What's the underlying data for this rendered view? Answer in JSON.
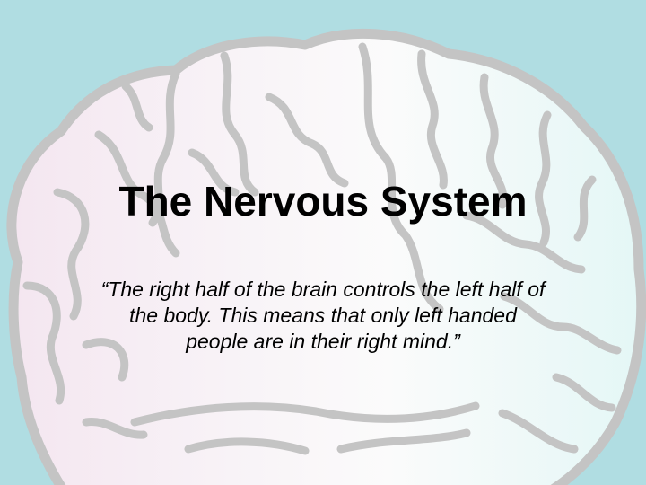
{
  "slide": {
    "title": "The Nervous System",
    "quote": "“The right half of the brain controls the left half of the body. This means that only left handed people are in their right mind.”"
  },
  "illustration": {
    "icon": "brain-illustration",
    "colors": {
      "background": "#b0dde2",
      "outline": "#c4c4c4",
      "front_lobe": "#f6e8f1",
      "middle_lobe": "#f9f9f9",
      "back_lobe": "#e6f8f7"
    }
  }
}
